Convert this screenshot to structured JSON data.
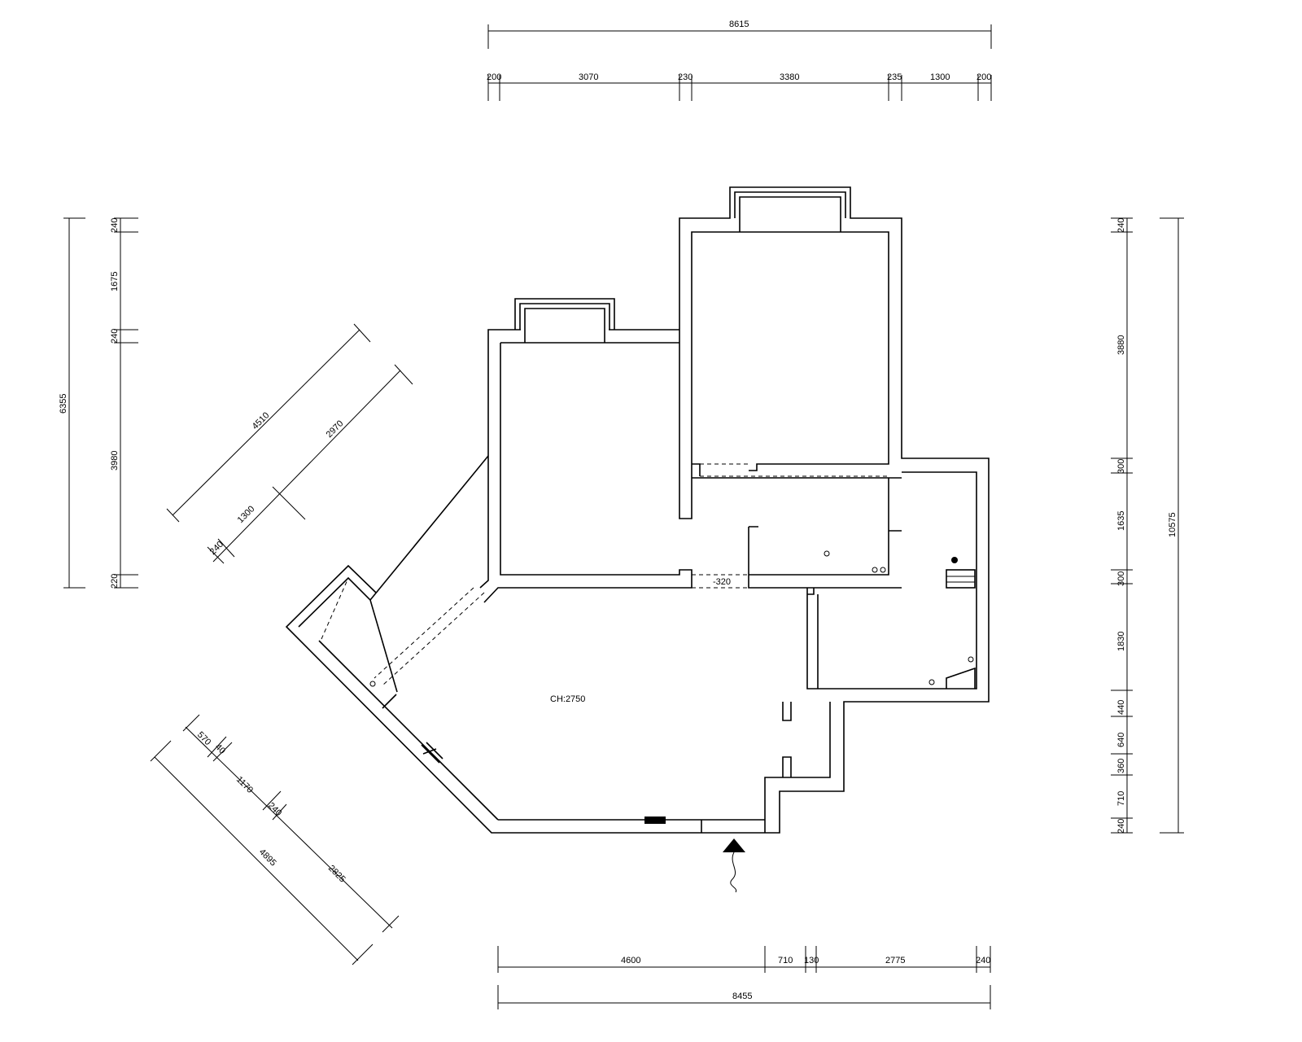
{
  "dimensions": {
    "top_total": "8615",
    "top": [
      "200",
      "3070",
      "230",
      "3380",
      "235",
      "1300",
      "200"
    ],
    "bottom_total": "8455",
    "bottom": [
      "4600",
      "710",
      "130",
      "2775",
      "240"
    ],
    "left_total": "6355",
    "left": [
      "240",
      "1675",
      "240",
      "3980",
      "220"
    ],
    "right_total": "10575",
    "right": [
      "240",
      "3880",
      "300",
      "1635",
      "300",
      "1830",
      "440",
      "640",
      "360",
      "710",
      "240"
    ],
    "diag_upper": [
      "4510",
      "2970",
      "1300",
      "240"
    ],
    "diag_lower": [
      "570",
      "40",
      "1170",
      "240",
      "4895",
      "2825"
    ]
  },
  "annotations": {
    "ceiling_height": "CH:2750",
    "level": "-320"
  },
  "colors": {
    "line": "#000000",
    "background": "#ffffff"
  }
}
